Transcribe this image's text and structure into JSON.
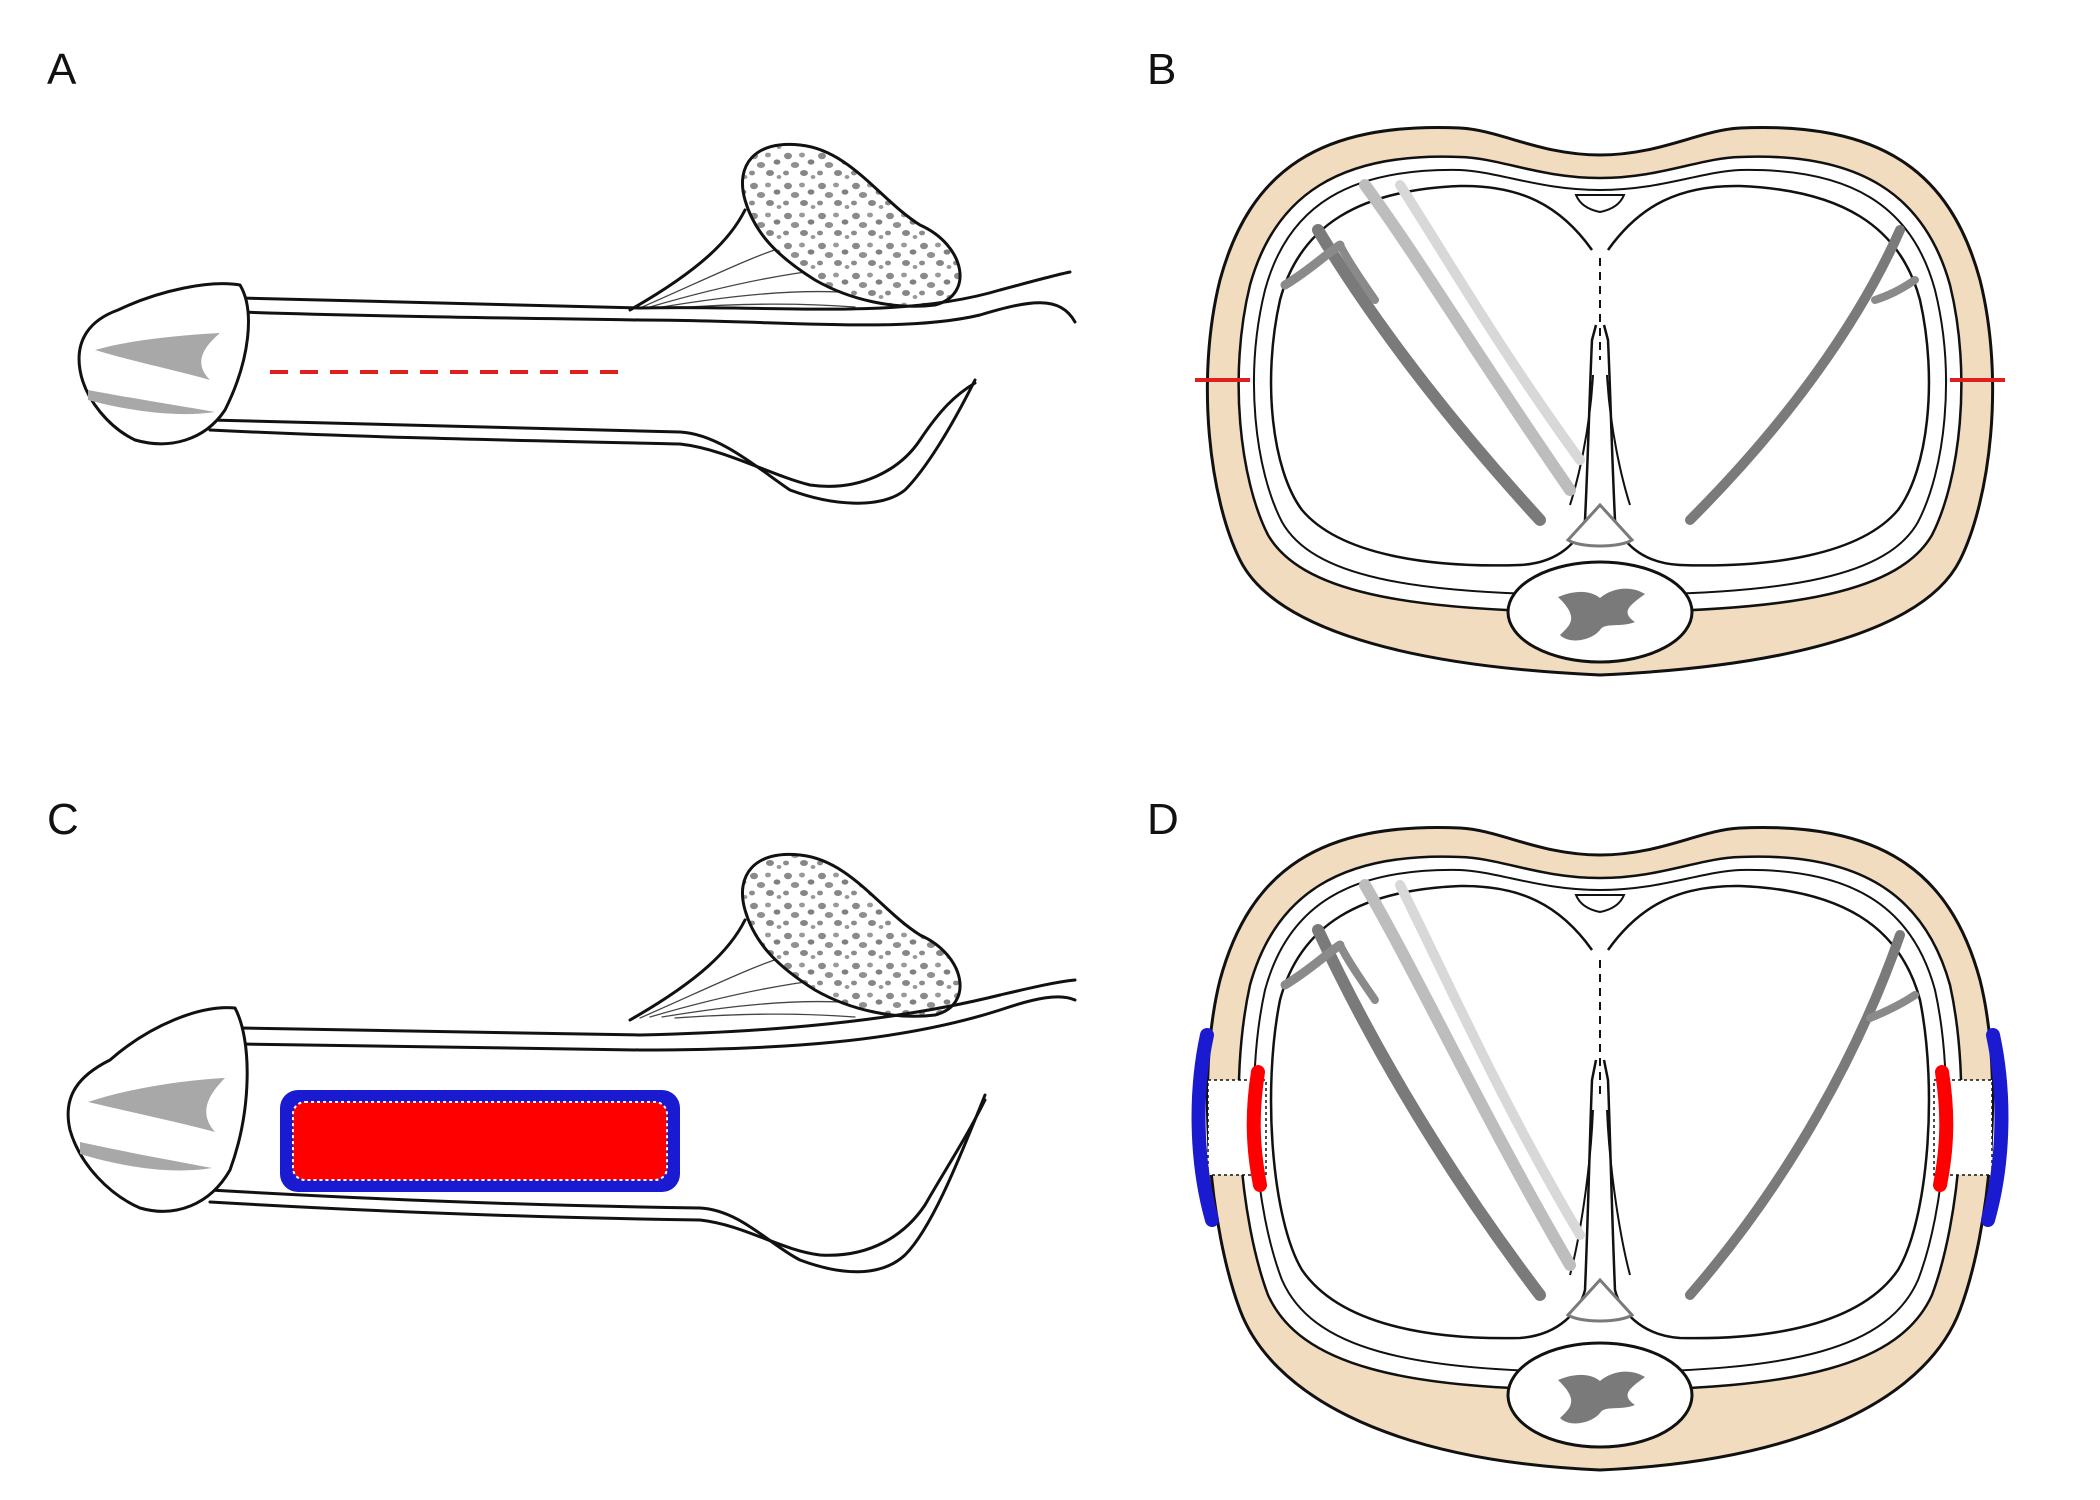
{
  "panels": {
    "a": {
      "label": "A"
    },
    "b": {
      "label": "B"
    },
    "c": {
      "label": "C"
    },
    "d": {
      "label": "D"
    }
  },
  "colors": {
    "outline": "#111111",
    "skin": "#f2dcc0",
    "bone": "#9a9a9a",
    "cartilage": "#a6a6a6",
    "cartilage_light": "#cfcfcf",
    "incision": "#e0201c",
    "graft": "#ff0000",
    "graft_border": "#1a1ad0"
  }
}
